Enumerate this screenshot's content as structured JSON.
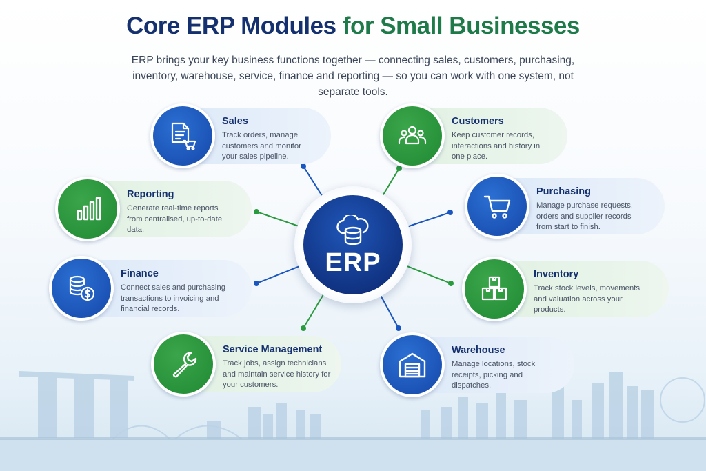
{
  "header": {
    "title_part1": "Core ERP Modules",
    "title_part2": "for Small Businesses",
    "subtitle": "ERP brings your key business functions together — connecting sales, customers, purchasing, inventory, warehouse, service, finance and reporting — so you can work with one system, not separate tools."
  },
  "hub": {
    "label": "ERP",
    "icon": "cloud-database-icon"
  },
  "colors": {
    "navy": "#14306f",
    "green_accent": "#1f7a4a",
    "module_blue": "#1a56c0",
    "module_green": "#2a9a3e"
  },
  "modules": [
    {
      "title": "Sales",
      "desc": "Track orders, manage customers and monitor your sales pipeline.",
      "icon": "sales-document-cart-icon",
      "color": "blue"
    },
    {
      "title": "Customers",
      "desc": "Keep customer records, interactions and history in one place.",
      "icon": "customer-group-icon",
      "color": "green"
    },
    {
      "title": "Reporting",
      "desc": "Generate real-time reports from centralised, up-to-date data.",
      "icon": "bar-chart-icon",
      "color": "green"
    },
    {
      "title": "Purchasing",
      "desc": "Manage purchase requests, orders and supplier records from start to finish.",
      "icon": "shopping-cart-icon",
      "color": "blue"
    },
    {
      "title": "Finance",
      "desc": "Connect sales and purchasing transactions to invoicing and financial records.",
      "icon": "coins-dollar-icon",
      "color": "blue"
    },
    {
      "title": "Inventory",
      "desc": "Track stock levels, movements and valuation across your products.",
      "icon": "stacked-boxes-icon",
      "color": "green"
    },
    {
      "title": "Service Management",
      "desc": "Track jobs, assign technicians and maintain service history for your customers.",
      "icon": "wrench-icon",
      "color": "green"
    },
    {
      "title": "Warehouse",
      "desc": "Manage locations, stock receipts, picking and dispatches.",
      "icon": "warehouse-icon",
      "color": "blue"
    }
  ]
}
